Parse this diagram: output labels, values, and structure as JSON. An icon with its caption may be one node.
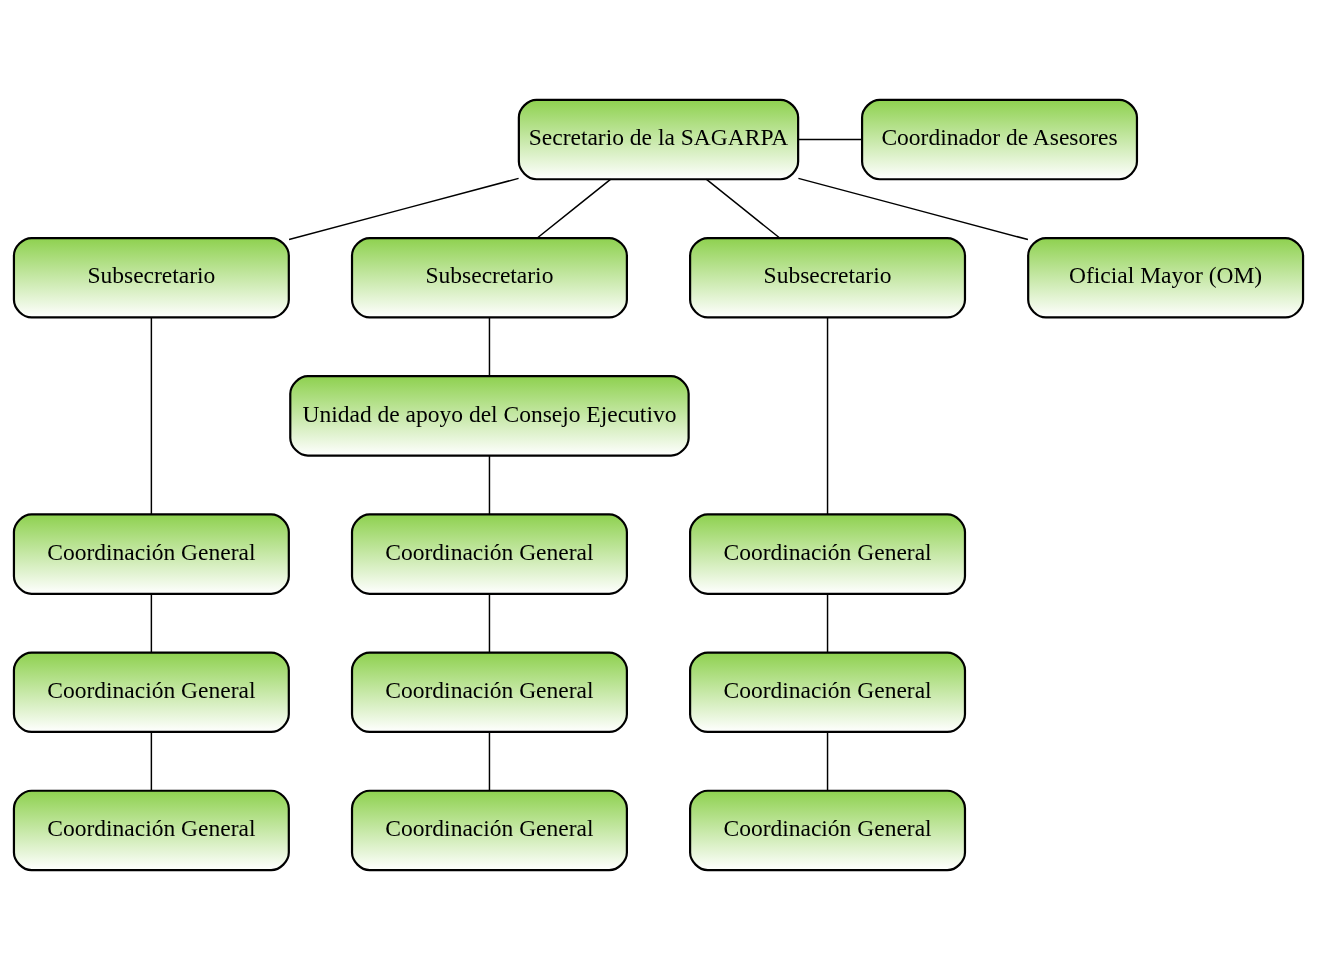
{
  "diagram": {
    "nodes": [
      {
        "text": [
          "Secretario de la SAGARPA"
        ]
      },
      {
        "text": [
          "Coordinador de Asesores"
        ]
      },
      {
        "text": [
          "Subsecretario"
        ]
      },
      {
        "text": [
          "Subsecretario"
        ]
      },
      {
        "text": [
          "Subsecretario"
        ]
      },
      {
        "text": [
          "Oficial Mayor (OM)"
        ]
      },
      {
        "text": [
          "Unidad de apoyo del Consejo Ejecutivo"
        ]
      },
      {
        "text": [
          "Coordinación General"
        ]
      },
      {
        "text": [
          "Coordinación General"
        ]
      },
      {
        "text": [
          "Coordinación General"
        ]
      },
      {
        "text": [
          "Coordinación General"
        ]
      },
      {
        "text": [
          "Coordinación General"
        ]
      },
      {
        "text": [
          "Coordinación General"
        ]
      },
      {
        "text": [
          "Coordinación General"
        ]
      },
      {
        "text": [
          "Coordinación General"
        ]
      },
      {
        "text": [
          "Coordinación General"
        ]
      }
    ],
    "edges": [
      {
        "from": 0,
        "to": 1,
        "arrow": "none"
      },
      {
        "from": 0,
        "to": 2,
        "arrow": "none"
      },
      {
        "from": 0,
        "to": 3,
        "arrow": "none"
      },
      {
        "from": 0,
        "to": 5,
        "arrow": "none"
      },
      {
        "from": 0,
        "to": 4,
        "arrow": "none"
      },
      {
        "from": 2,
        "to": 7,
        "arrow": "none"
      },
      {
        "from": 3,
        "to": 6,
        "arrow": "none"
      },
      {
        "from": 6,
        "to": 8,
        "arrow": "none"
      },
      {
        "from": 4,
        "to": 9,
        "arrow": "none"
      },
      {
        "from": 7,
        "to": 10,
        "arrow": "none"
      },
      {
        "from": 10,
        "to": 13,
        "arrow": "none"
      },
      {
        "from": 8,
        "to": 11,
        "arrow": "none"
      },
      {
        "from": 11,
        "to": 14,
        "arrow": "none"
      },
      {
        "from": 9,
        "to": 12,
        "arrow": "none"
      },
      {
        "from": 12,
        "to": 15,
        "arrow": "none"
      }
    ]
  }
}
